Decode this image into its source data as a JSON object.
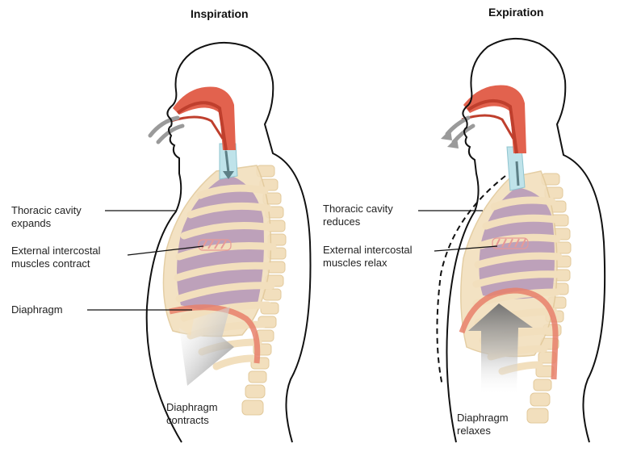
{
  "panels": {
    "inspiration": {
      "title": "Inspiration",
      "thoracic_line1": "Thoracic cavity",
      "thoracic_line2": "expands",
      "muscles_line1": "External intercostal",
      "muscles_line2": "muscles contract",
      "diaphragm": "Diaphragm",
      "diaphragm_action_line1": "Diaphragm",
      "diaphragm_action_line2": "contracts"
    },
    "expiration": {
      "title": "Expiration",
      "thoracic_line1": "Thoracic cavity",
      "thoracic_line2": "reduces",
      "muscles_line1": "External intercostal",
      "muscles_line2": "muscles relax",
      "diaphragm_action_line1": "Diaphragm",
      "diaphragm_action_line2": "relaxes"
    }
  },
  "colors": {
    "outline": "#111111",
    "rib": "#f2dfbd",
    "rib_stroke": "#e2c99b",
    "lung": "#b79ab9",
    "airway": "#e2624e",
    "airway_dark": "#bf3f2d",
    "trachea": "#bfe3ea",
    "diaphragm": "#e8806b",
    "air_arrow": "#9a9a9a",
    "diaphragm_arrow": "#8a8a8a",
    "intercostal": "#e89a96"
  }
}
